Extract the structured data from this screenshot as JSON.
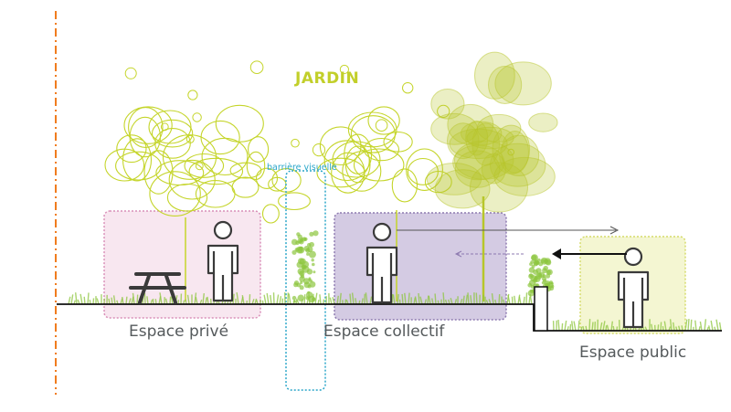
{
  "title": "JARDIN",
  "barrier_label": "barrière visuelle",
  "zones": {
    "prive": "Espace privé",
    "collectif": "Espace collectif",
    "public": "Espace public"
  },
  "colors": {
    "title": "#c2cf2a",
    "tree_outline": "#c5d52b",
    "tree_fill": "#b7c62a",
    "barrier": "#2aa6c9",
    "prive_zone": "#f7e4ee",
    "prive_border": "#d98fb8",
    "collectif_zone": "#ccc2de",
    "collectif_border": "#8d7ab0",
    "public_zone": "#f4f6d2",
    "public_border": "#d5db6a",
    "limit_line": "#f07c1e",
    "ground": "#111111",
    "grass": "#8dc63f",
    "person": "#3a3a3a"
  },
  "icons": [
    "person-icon",
    "picnic-table-icon",
    "arrow-icon",
    "tree-icon",
    "hedge-icon",
    "bollard-icon"
  ]
}
